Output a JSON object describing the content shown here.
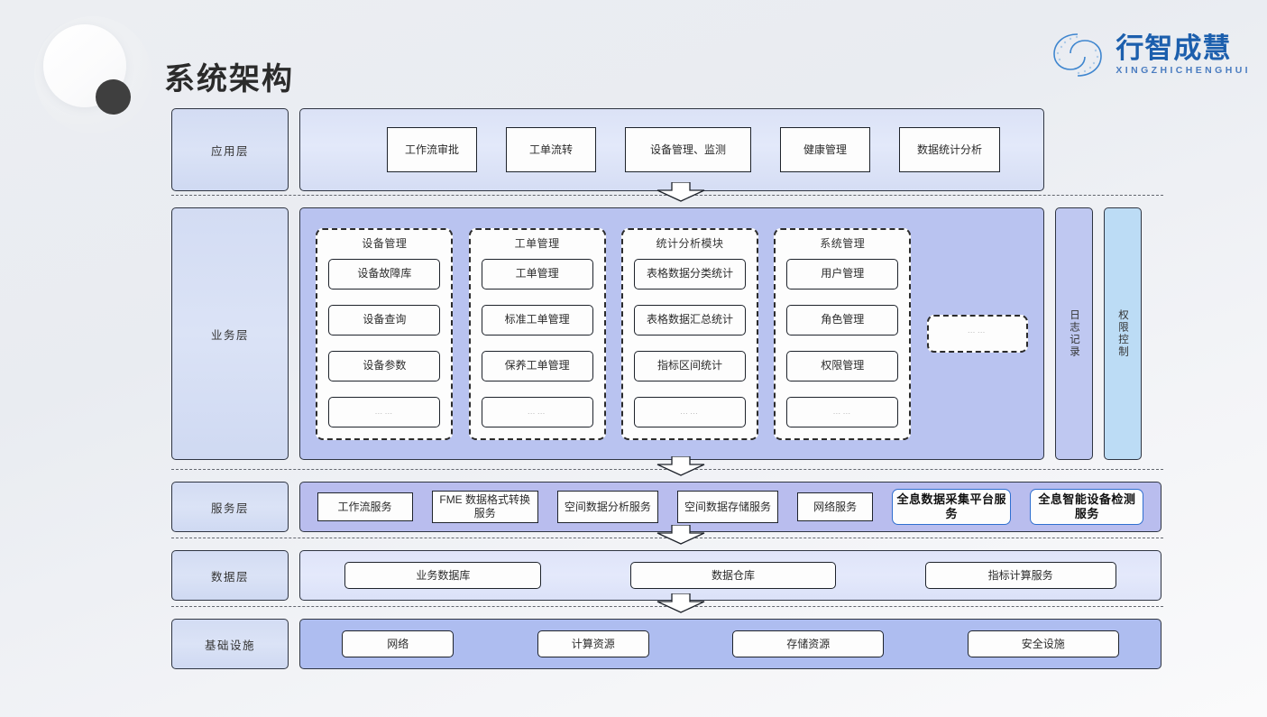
{
  "header": {
    "title": "系统架构",
    "brand_cn": "行智成慧",
    "brand_en": "XINGZHICHENGHUI"
  },
  "diagram": {
    "type": "layered-architecture",
    "layers": [
      {
        "id": "application",
        "label": "应用层",
        "nodes": [
          "工作流审批",
          "工单流转",
          "设备管理、监测",
          "健康管理",
          "数据统计分析"
        ]
      },
      {
        "id": "business",
        "label": "业务层",
        "groups": [
          {
            "title": "设备管理",
            "items": [
              "设备故障库",
              "设备查询",
              "设备参数",
              "……"
            ]
          },
          {
            "title": "工单管理",
            "items": [
              "工单管理",
              "标准工单管理",
              "保养工单管理",
              "……"
            ]
          },
          {
            "title": "统计分析模块",
            "items": [
              "表格数据分类统计",
              "表格数据汇总统计",
              "指标区间统计",
              "……"
            ]
          },
          {
            "title": "系统管理",
            "items": [
              "用户管理",
              "角色管理",
              "权限管理",
              "……"
            ]
          },
          {
            "title": "",
            "items": [
              "……"
            ]
          }
        ],
        "side_bars": [
          "日志记录",
          "权限控制"
        ]
      },
      {
        "id": "service",
        "label": "服务层",
        "nodes": [
          "工作流服务",
          "FME 数据格式转换服务",
          "空间数据分析服务",
          "空间数据存储服务",
          "网络服务"
        ],
        "highlighted_nodes": [
          "全息数据采集平台服务",
          "全息智能设备检测服务"
        ]
      },
      {
        "id": "data",
        "label": "数据层",
        "nodes": [
          "业务数据库",
          "数据仓库",
          "指标计算服务"
        ]
      },
      {
        "id": "infrastructure",
        "label": "基础设施",
        "nodes": [
          "网络",
          "计算资源",
          "存储资源",
          "安全设施"
        ]
      }
    ]
  },
  "colors": {
    "brand_blue": "#1c5fad",
    "highlight_border": "#2f6fd0",
    "layer_label_bg": "#d3dcf3",
    "business_bg": "#b9c3f0",
    "service_bg": "#b9bdee",
    "infra_bg": "#aebdf0",
    "node_border": "#1e232b"
  }
}
